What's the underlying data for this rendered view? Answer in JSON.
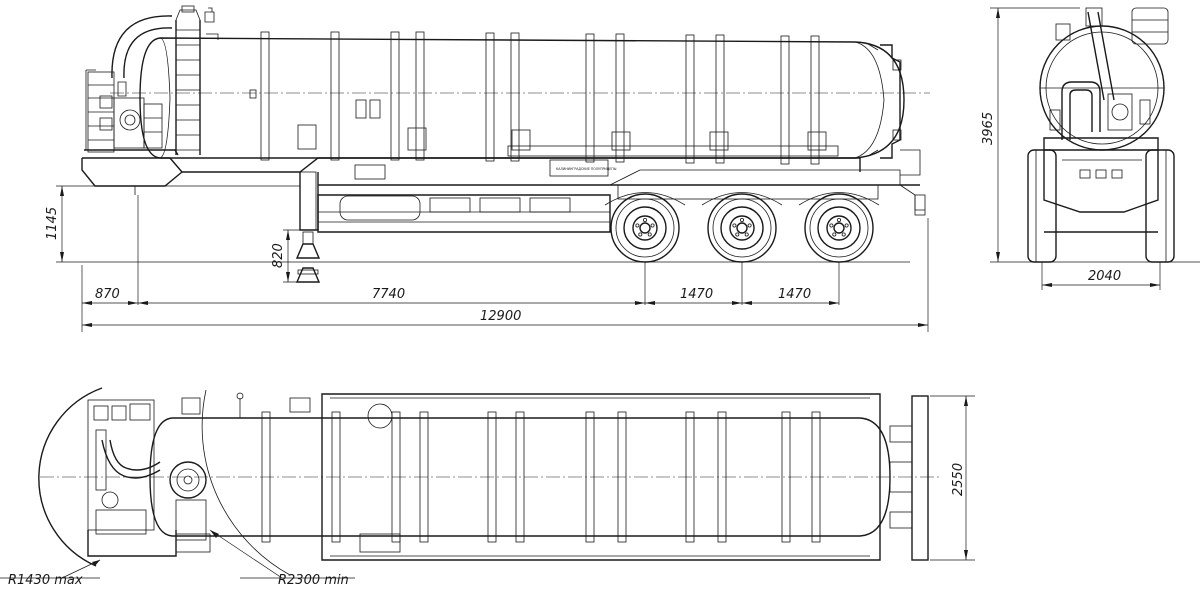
{
  "views": {
    "side": {
      "overall_length": "12900",
      "front_overhang": "870",
      "kingpin_to_axle": "7740",
      "axle_spacing_1": "1470",
      "axle_spacing_2": "1470",
      "coupling_height": "1145",
      "landing_gear_height": "820",
      "plate_label": "КАЛИНИНГРАДСКИЕ ПОЛУПРИЦЕПЫ"
    },
    "rear": {
      "overall_height": "3965",
      "track_width": "2040"
    },
    "top": {
      "overall_width": "2550",
      "front_swing_radius": "R1430 max",
      "turning_radius": "R2300 min"
    }
  },
  "colors": {
    "line": "#1a1a1a",
    "background": "#ffffff"
  }
}
